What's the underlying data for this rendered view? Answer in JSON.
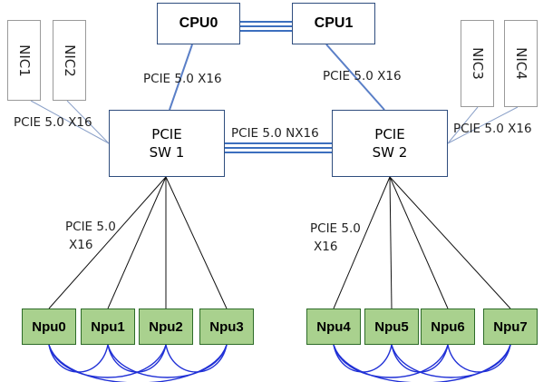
{
  "cpus": [
    {
      "id": "cpu0",
      "label": "CPU0"
    },
    {
      "id": "cpu1",
      "label": "CPU1"
    }
  ],
  "switches": [
    {
      "id": "sw1",
      "line1": "PCIE",
      "line2": "SW 1"
    },
    {
      "id": "sw2",
      "line1": "PCIE",
      "line2": "SW 2"
    }
  ],
  "nics": [
    {
      "id": "nic1",
      "label": "NIC1"
    },
    {
      "id": "nic2",
      "label": "NIC2"
    },
    {
      "id": "nic3",
      "label": "NIC3"
    },
    {
      "id": "nic4",
      "label": "NIC4"
    }
  ],
  "npus": [
    {
      "id": "npu0",
      "label": "Npu0"
    },
    {
      "id": "npu1",
      "label": "Npu1"
    },
    {
      "id": "npu2",
      "label": "Npu2"
    },
    {
      "id": "npu3",
      "label": "Npu3"
    },
    {
      "id": "npu4",
      "label": "Npu4"
    },
    {
      "id": "npu5",
      "label": "Npu5"
    },
    {
      "id": "npu6",
      "label": "Npu6"
    },
    {
      "id": "npu7",
      "label": "Npu7"
    }
  ],
  "links": {
    "cpu0_sw1": "PCIE 5.0 X16",
    "cpu1_sw2": "PCIE 5.0 X16",
    "nic_sw1": "PCIE 5.0 X16",
    "nic_sw2": "PCIE 5.0 X16",
    "sw1_sw2": "PCIE 5.0 NX16",
    "sw1_npus_line1": "PCIE 5.0",
    "sw1_npus_line2": "X16",
    "sw2_npus_line1": "PCIE 5.0",
    "sw2_npus_line2": "X16"
  },
  "colors": {
    "link_blue": "#3c6fbe",
    "npu_fill": "#a9d18e",
    "npu_border": "#2d6b28",
    "box_border": "#2f4d7e",
    "mesh_blue": "#1f2fd6"
  }
}
